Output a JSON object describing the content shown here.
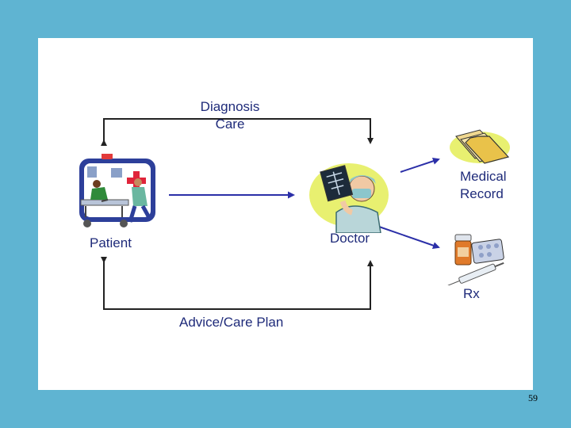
{
  "diagram": {
    "top_label_line1": "Diagnosis",
    "top_label_line2": "Care",
    "bottom_label": "Advice/Care Plan",
    "patient_label": "Patient",
    "doctor_label": "Doctor",
    "record_label_line1": "Medical",
    "record_label_line2": "Record",
    "rx_label": "Rx"
  },
  "icons": {
    "patient": "ambulance-stretcher-icon",
    "doctor": "doctor-xray-icon",
    "record": "folders-icon",
    "rx": "medicine-syringe-icon"
  },
  "colors": {
    "background": "#5fb4d2",
    "text": "#1f2b7a",
    "arrow_dark": "#222222",
    "arrow_blue": "#2b2fa8"
  },
  "page_number": "59"
}
